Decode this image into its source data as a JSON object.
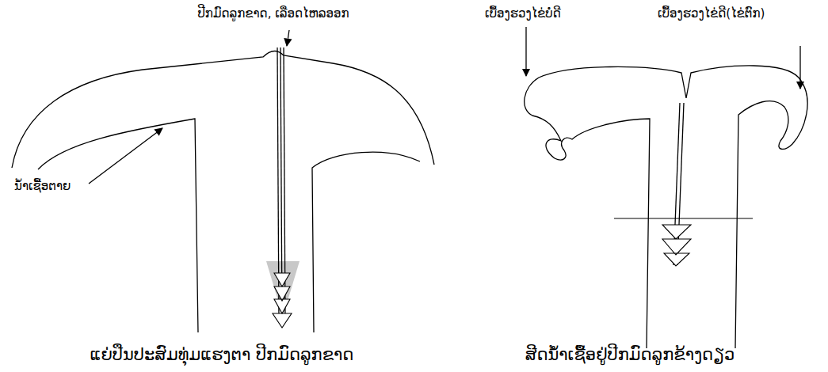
{
  "diagram": {
    "labels": [
      "ປີກມົດລູກຂາດ, ເລືອດໄຫລອອກ",
      "ນ້ຳເຊື້ອຕາຍ",
      "ແຍ່ປືນປະສົມທຸ່ມແຮງຕາ ປີກມົດລູກຂາດ",
      "ເບື້ອງຮວງໄຂ່ບໍ່ດີ",
      "ເບື້ອງຮວງໄຂ່ດີ(ໄຂ່ຕົກ)",
      "ສີດນ້ຳເຊື້ອຢູ່ປີກມົດລູກຂ້າງດຽວ"
    ]
  }
}
